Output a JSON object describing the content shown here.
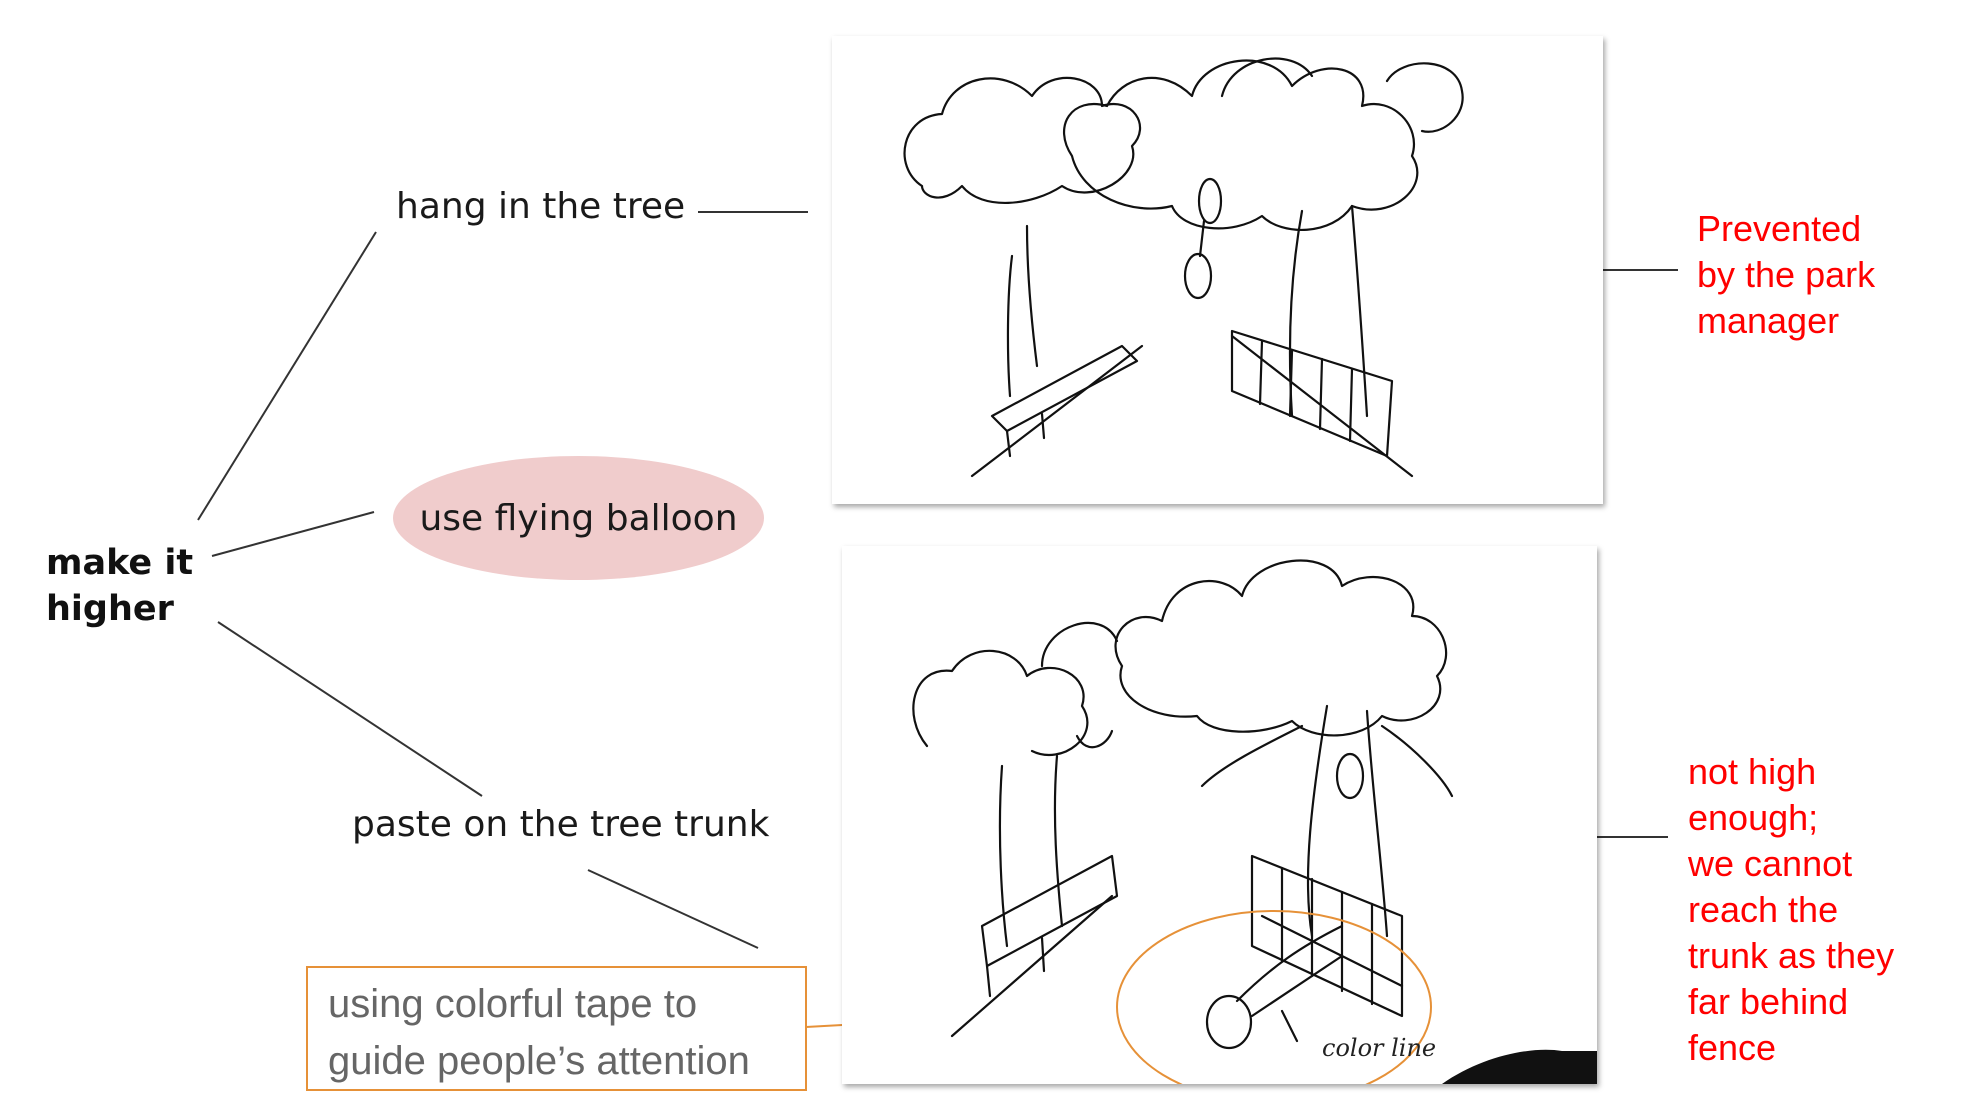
{
  "root": {
    "label": "make it\nhigher"
  },
  "branches": [
    {
      "label": "hang in the tree"
    },
    {
      "label": "use flying balloon"
    },
    {
      "label": "paste on the tree trunk"
    }
  ],
  "sketches": {
    "top": {
      "annotation": ""
    },
    "bottom": {
      "annotation": "color line"
    }
  },
  "notes": {
    "hang_in_tree": "Prevented\nby the park\nmanager",
    "paste_on_trunk": "not high\nenough;\nwe cannot\nreach the\ntrunk as they\nfar behind\nfence"
  },
  "callout": {
    "text": "using colorful tape to\nguide people’s attention"
  },
  "colors": {
    "note_text": "#ff0000",
    "callout_border": "#e69138",
    "balloon_fill": "#f0cccc",
    "connector": "#333333"
  }
}
